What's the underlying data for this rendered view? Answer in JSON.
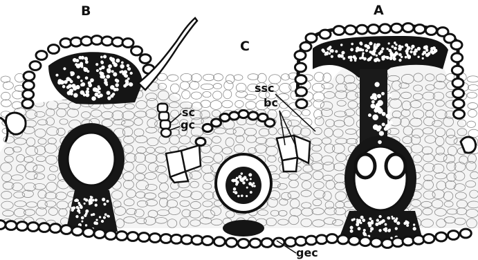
{
  "figure": {
    "panel_labels": {
      "a": "A",
      "b": "B",
      "c": "C"
    },
    "annotations": {
      "ssc": "ssc",
      "bc": "bc",
      "sc": "sc",
      "gc": "gc",
      "gec": "gec"
    },
    "colors": {
      "ink": "#111111",
      "paper": "#ffffff",
      "stipple": "#6a6a6a"
    }
  }
}
